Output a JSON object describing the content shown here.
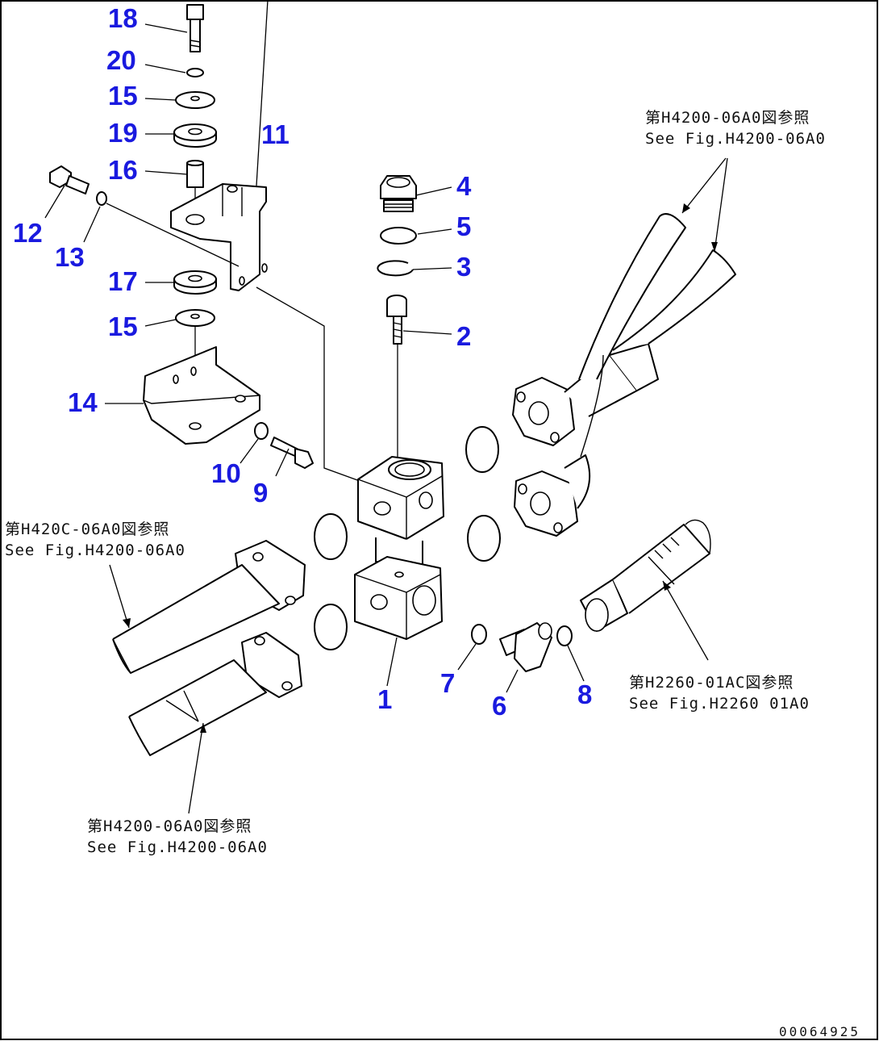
{
  "diagram": {
    "callouts": [
      {
        "id": "c1",
        "label": "1"
      },
      {
        "id": "c2",
        "label": "2"
      },
      {
        "id": "c3",
        "label": "3"
      },
      {
        "id": "c4",
        "label": "4"
      },
      {
        "id": "c5",
        "label": "5"
      },
      {
        "id": "c6",
        "label": "6"
      },
      {
        "id": "c7",
        "label": "7"
      },
      {
        "id": "c8",
        "label": "8"
      },
      {
        "id": "c9",
        "label": "9"
      },
      {
        "id": "c10",
        "label": "10"
      },
      {
        "id": "c11",
        "label": "11"
      },
      {
        "id": "c12",
        "label": "12"
      },
      {
        "id": "c13",
        "label": "13"
      },
      {
        "id": "c14",
        "label": "14"
      },
      {
        "id": "c15a",
        "label": "15"
      },
      {
        "id": "c15b",
        "label": "15"
      },
      {
        "id": "c16",
        "label": "16"
      },
      {
        "id": "c17",
        "label": "17"
      },
      {
        "id": "c18",
        "label": "18"
      },
      {
        "id": "c19",
        "label": "19"
      },
      {
        "id": "c20",
        "label": "20"
      }
    ],
    "references": {
      "top_right": {
        "jp": "第H4200-06A0図参照",
        "en": "See Fig.H4200-06A0"
      },
      "left": {
        "jp": "第H420C-06A0図参照",
        "en": "See Fig.H4200-06A0"
      },
      "bottom": {
        "jp": "第H4200-06A0図参照",
        "en": "See Fig.H4200-06A0"
      },
      "right": {
        "jp": "第H2260-01AC図参照",
        "en": "See Fig.H2260 01A0"
      }
    },
    "document_number": "00064925"
  }
}
